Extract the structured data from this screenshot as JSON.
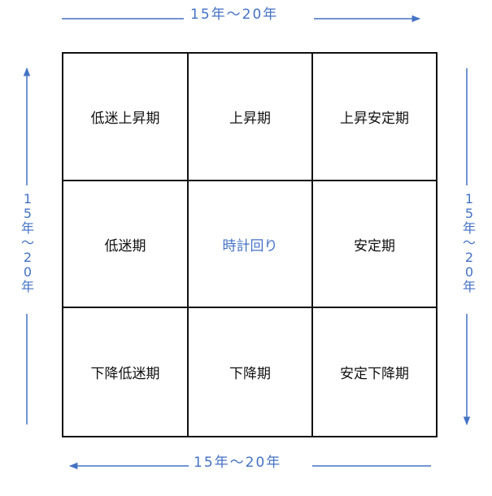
{
  "colors": {
    "accent": "#4472c4",
    "grid": "#111111",
    "text": "#111111"
  },
  "labels": {
    "top": "15年～20年",
    "bottom": "15年～20年",
    "left": "15年～20年",
    "right": "15年～20年"
  },
  "grid": {
    "cells": [
      "低迷上昇期",
      "上昇期",
      "上昇安定期",
      "低迷期",
      "時計回り",
      "安定期",
      "下降低迷期",
      "下降期",
      "安定下降期"
    ]
  }
}
